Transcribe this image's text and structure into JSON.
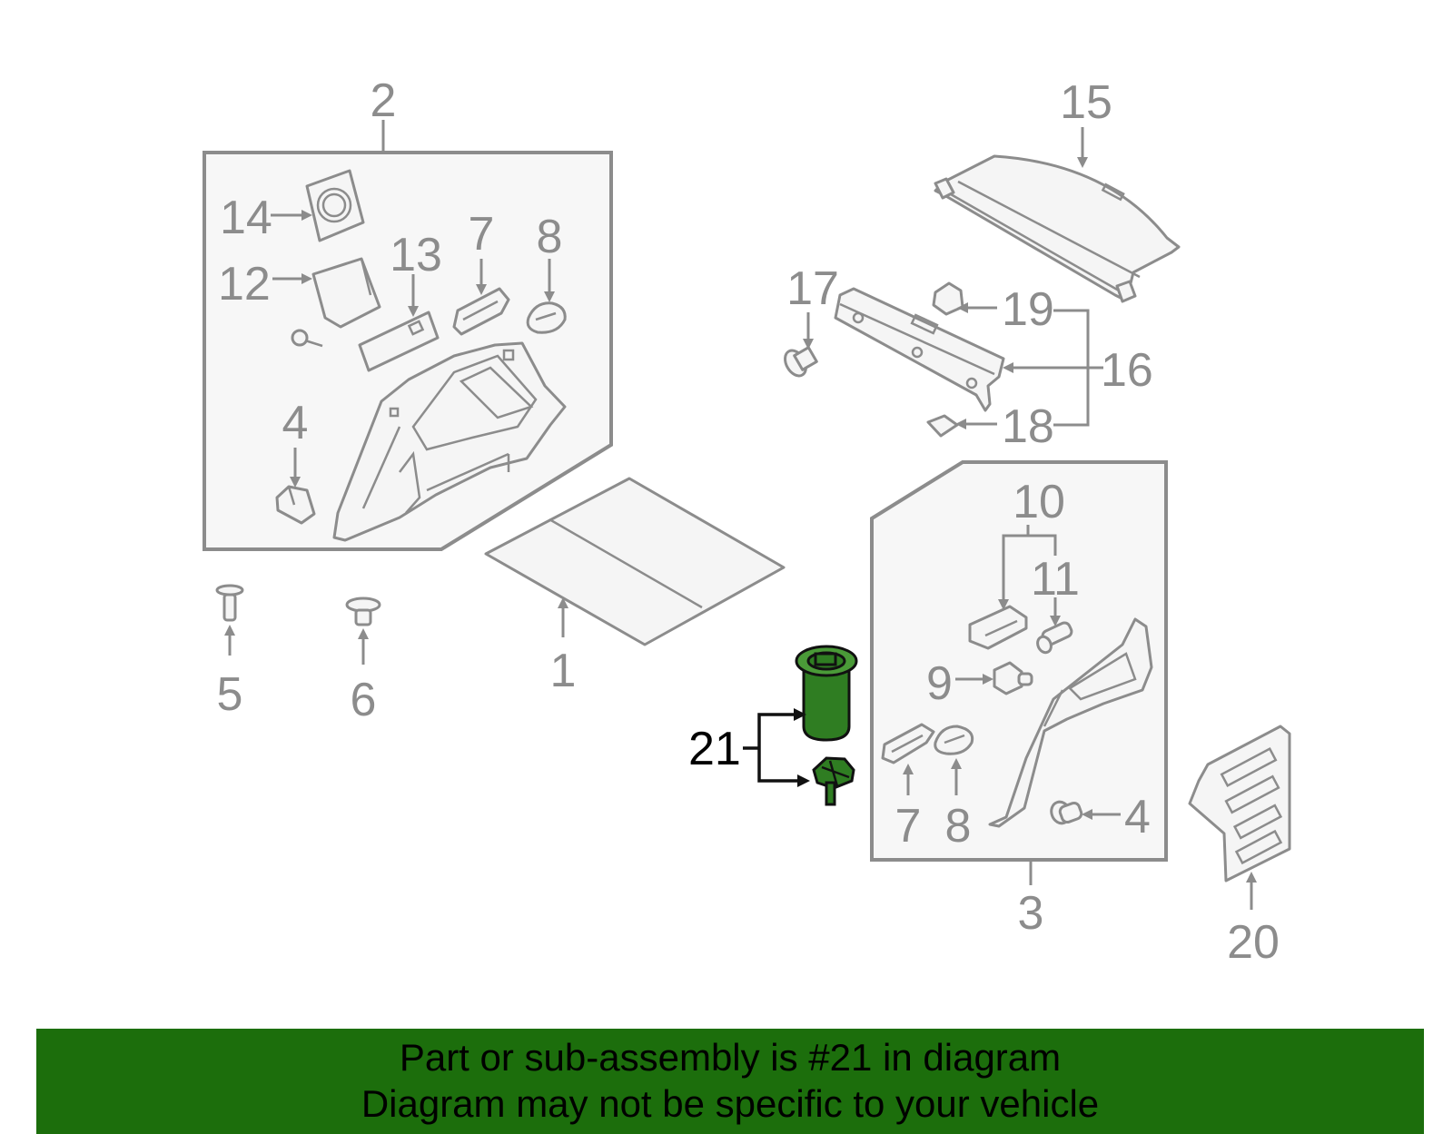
{
  "callouts": {
    "c1": "1",
    "c2": "2",
    "c3": "3",
    "c4a": "4",
    "c4b": "4",
    "c5": "5",
    "c6": "6",
    "c7a": "7",
    "c7b": "7",
    "c8a": "8",
    "c8b": "8",
    "c9": "9",
    "c10": "10",
    "c11": "11",
    "c12": "12",
    "c13": "13",
    "c14": "14",
    "c15": "15",
    "c16": "16",
    "c17": "17",
    "c18": "18",
    "c19": "19",
    "c20": "20",
    "c21": "21"
  },
  "highlight_color": "#1c6e0c",
  "footer": {
    "line1": "Part or sub-assembly is #21 in diagram",
    "line2": "Diagram may not be specific to your vehicle"
  }
}
